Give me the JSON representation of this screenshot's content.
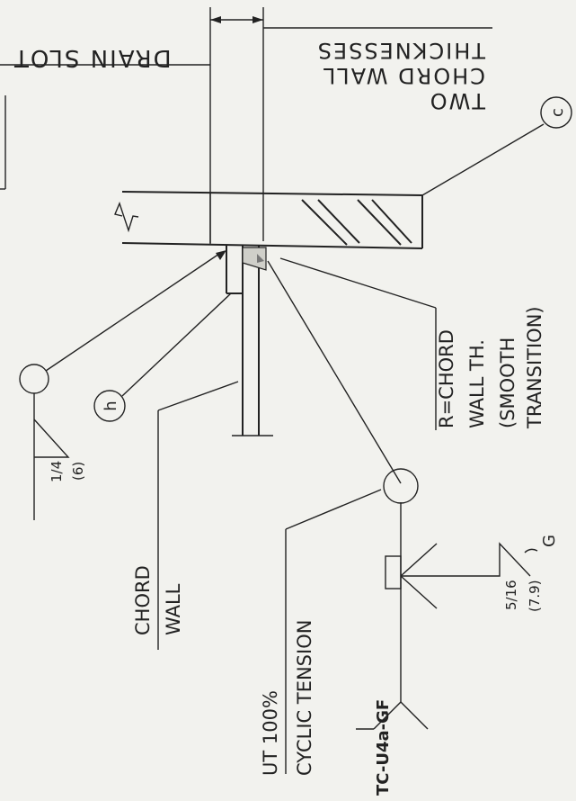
{
  "labels": {
    "drain_slot": "DRAIN SLOT",
    "two_chord_line1": "TWO",
    "two_chord_line2": "CHORD WALL",
    "two_chord_line3": "THICKNESSES",
    "r_chord_line1": "R=CHORD",
    "r_chord_line2": "WALL TH.",
    "r_chord_line3": "(SMOOTH",
    "r_chord_line4": "TRANSITION)",
    "chord_line1": "CHORD",
    "chord_line2": "WALL",
    "ut_line1": "UT 100%",
    "ut_line2": "CYCLIC TENSION",
    "weld_detail_id": "TC-U4a-GF",
    "fillet_size_upper": "1/4",
    "fillet_size_upper_metric": "(6)",
    "fillet_size_lower": "5/16",
    "fillet_size_lower_metric": "(7.9)",
    "groove_symbol_letter": "G",
    "callout_c": "c",
    "callout_h": "h"
  },
  "colors": {
    "ink": "#222222",
    "paper": "#f2f2ee"
  }
}
